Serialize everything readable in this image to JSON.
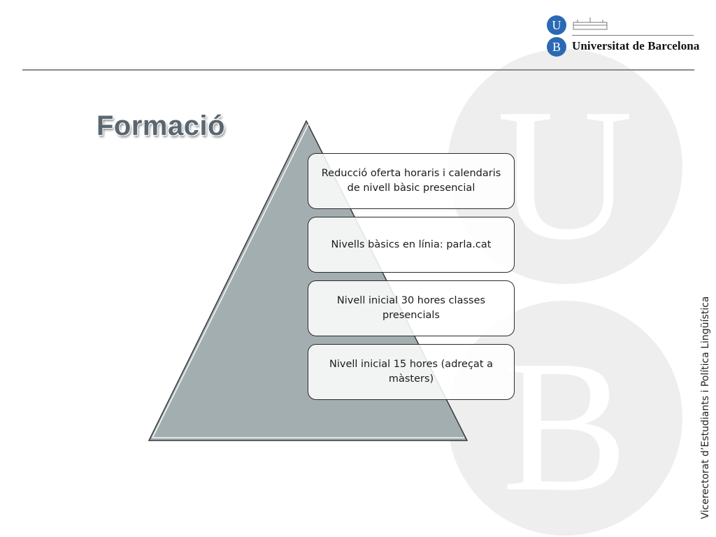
{
  "logo": {
    "letter_top": "U",
    "letter_bottom": "B",
    "name": "Universitat de Barcelona"
  },
  "watermark": {
    "letter_top": "U",
    "letter_bottom": "B"
  },
  "title": "Formació",
  "items": [
    {
      "text": "Reducció oferta horaris i calendaris de nivell bàsic presencial"
    },
    {
      "text": "Nivells bàsics en línia: parla.cat"
    },
    {
      "text": "Nivell inicial 30 hores classes presencials"
    },
    {
      "text": "Nivell inicial 15 hores (adreçat a màsters)"
    }
  ],
  "side_text": "Vicerectorat d’Estudiants i Política Lingüística",
  "colors": {
    "pyramid_fill": "#a3aeb1",
    "logo_circle": "#2a6ab4",
    "watermark": "#ececec"
  }
}
